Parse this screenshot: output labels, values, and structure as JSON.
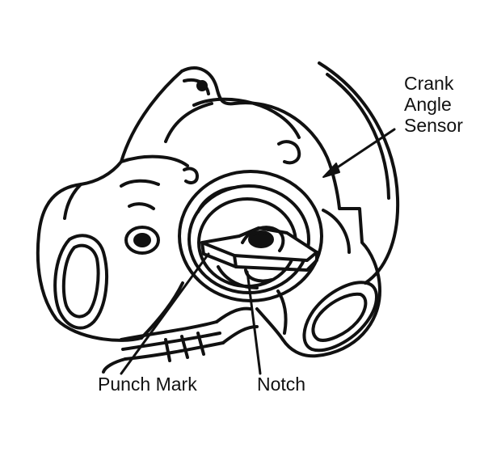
{
  "labels": {
    "crank_angle_sensor": [
      "Crank",
      "Angle",
      "Sensor"
    ],
    "punch_mark": "Punch Mark",
    "notch": "Notch"
  },
  "colors": {
    "ink": "#111111",
    "paper": "#ffffff"
  }
}
